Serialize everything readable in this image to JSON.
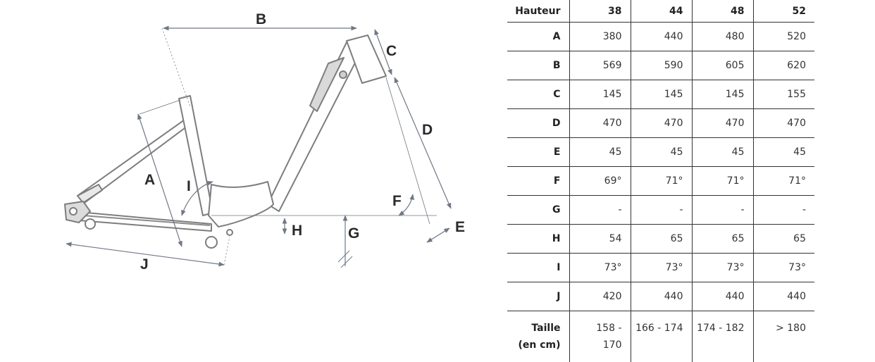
{
  "diagram": {
    "labels": {
      "A": "A",
      "B": "B",
      "C": "C",
      "D": "D",
      "E": "E",
      "F": "F",
      "G": "G",
      "H": "H",
      "I": "I",
      "J": "J"
    },
    "line_color": "#6f7884",
    "frame_color": "#7d7d7d"
  },
  "table": {
    "header": [
      "Hauteur",
      "38",
      "44",
      "48",
      "52"
    ],
    "rows": [
      {
        "label": "A",
        "values": [
          "380",
          "440",
          "480",
          "520"
        ]
      },
      {
        "label": "B",
        "values": [
          "569",
          "590",
          "605",
          "620"
        ]
      },
      {
        "label": "C",
        "values": [
          "145",
          "145",
          "145",
          "155"
        ]
      },
      {
        "label": "D",
        "values": [
          "470",
          "470",
          "470",
          "470"
        ]
      },
      {
        "label": "E",
        "values": [
          "45",
          "45",
          "45",
          "45"
        ]
      },
      {
        "label": "F",
        "values": [
          "69°",
          "71°",
          "71°",
          "71°"
        ]
      },
      {
        "label": "G",
        "values": [
          "-",
          "-",
          "-",
          "-"
        ]
      },
      {
        "label": "H",
        "values": [
          "54",
          "65",
          "65",
          "65"
        ]
      },
      {
        "label": "I",
        "values": [
          "73°",
          "73°",
          "73°",
          "73°"
        ]
      },
      {
        "label": "J",
        "values": [
          "420",
          "440",
          "440",
          "440"
        ]
      }
    ],
    "size_row": {
      "label_line1": "Taille",
      "label_line2": "(en cm)",
      "values": [
        "158 -",
        "166 - 174",
        "174 - 182",
        "> 180"
      ],
      "value0_line2": "170"
    }
  }
}
